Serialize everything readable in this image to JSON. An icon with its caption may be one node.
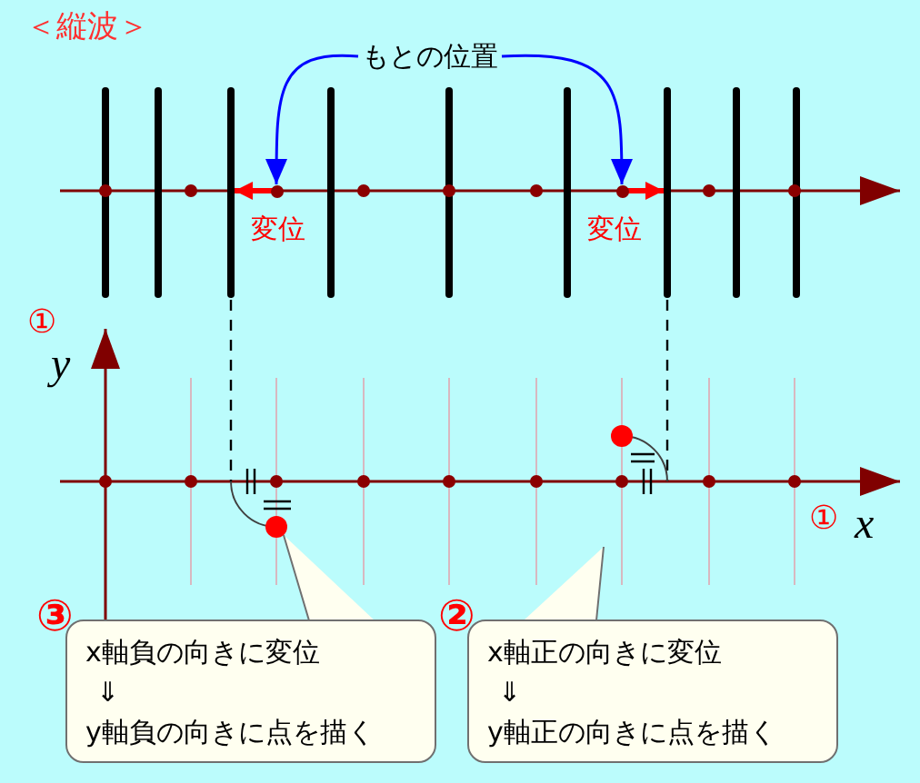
{
  "diagram": {
    "nodes": [
      {
        "text": [
          "もとの位置"
        ]
      },
      {
        "text": [],
        "shape": "circle"
      },
      {
        "text": [],
        "shape": "circle"
      },
      {
        "text": [],
        "shape": "circle"
      },
      {
        "text": [
          "③",
          "x軸負の向きに変位",
          "⇓",
          "y軸負の向きに点を描く"
        ]
      },
      {
        "text": [
          "②",
          "x軸正の向きに変位",
          "⇓",
          "y軸正の向きに点を描く"
        ]
      }
    ],
    "edges": [
      {
        "from": 0,
        "to": 1,
        "arrow": "to",
        "color": "#0000ff"
      },
      {
        "from": 0,
        "to": 2,
        "arrow": "to",
        "color": "#0000ff"
      },
      {
        "from": 4,
        "to": 3,
        "arrow": "to",
        "color": "#707070"
      },
      {
        "from": 5,
        "to": null,
        "arrow": "to",
        "color": "#707070"
      }
    ],
    "labels": [
      "＜縦波＞",
      "変位",
      "変位",
      "①",
      "y",
      "①",
      "x"
    ]
  }
}
